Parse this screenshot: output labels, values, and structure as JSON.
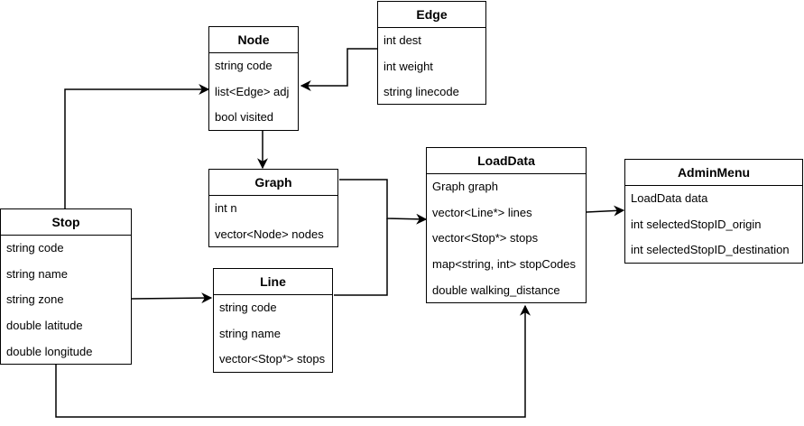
{
  "classes": {
    "edge": {
      "name": "Edge",
      "attributes": [
        "int dest",
        "int weight",
        "string linecode"
      ]
    },
    "node": {
      "name": "Node",
      "attributes": [
        "string code",
        "list<Edge> adj",
        "bool visited"
      ]
    },
    "graph": {
      "name": "Graph",
      "attributes": [
        "int n",
        "vector<Node> nodes"
      ]
    },
    "stop": {
      "name": "Stop",
      "attributes": [
        "string code",
        "string name",
        "string zone",
        "double latitude",
        "double longitude"
      ]
    },
    "line": {
      "name": "Line",
      "attributes": [
        "string code",
        "string name",
        "vector<Stop*> stops"
      ]
    },
    "loaddata": {
      "name": "LoadData",
      "attributes": [
        "Graph graph",
        "vector<Line*> lines",
        "vector<Stop*> stops",
        "map<string, int> stopCodes",
        "double walking_distance"
      ]
    },
    "adminmenu": {
      "name": "AdminMenu",
      "attributes": [
        "LoadData data",
        "int selectedStopID_origin",
        "int selectedStopID_destination"
      ]
    }
  },
  "colors": {
    "stroke": "#000000",
    "background": "#ffffff"
  }
}
